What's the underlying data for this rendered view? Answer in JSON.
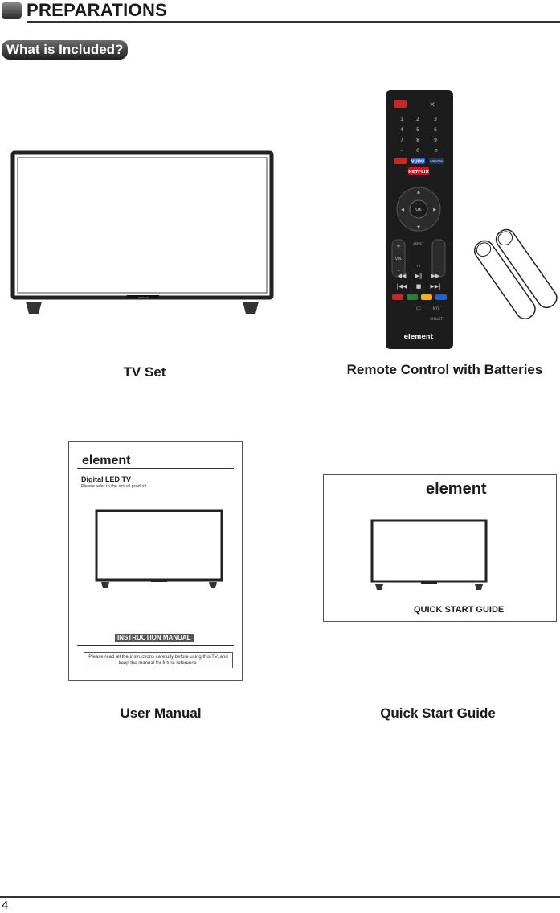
{
  "header": {
    "title": "PREPARATIONS",
    "badge": "What is Included?"
  },
  "items": {
    "tv": {
      "caption": "TV Set",
      "logo_text": "element"
    },
    "remote": {
      "caption": "Remote Control with Batteries",
      "keys": {
        "ok": "OK",
        "vol": "VOL",
        "aspect": "ASPECT",
        "tv": "TV",
        "cc": "CC",
        "mts": "MTS",
        "chlist": "CH.LIST",
        "netflix": "NETFLIX",
        "vudu": "VUDU",
        "amazon": "amazon"
      },
      "logo_text": "element"
    },
    "manual": {
      "caption": "User Manual",
      "logo_text": "element",
      "title": "Digital LED TV",
      "subtitle": "Please refer to the actual product",
      "banner": "INSTRUCTION MANUAL",
      "note": "Please read all the instructions carefully before using this TV, and keep the manual for future reference."
    },
    "guide": {
      "caption": "Quick Start Guide",
      "logo_text": "element",
      "label": "QUICK START GUIDE"
    }
  },
  "footer": {
    "page_number": "4"
  },
  "colors": {
    "power": "#c62828",
    "netflix": "#e50914",
    "remote_body": "#1c1c1c"
  }
}
